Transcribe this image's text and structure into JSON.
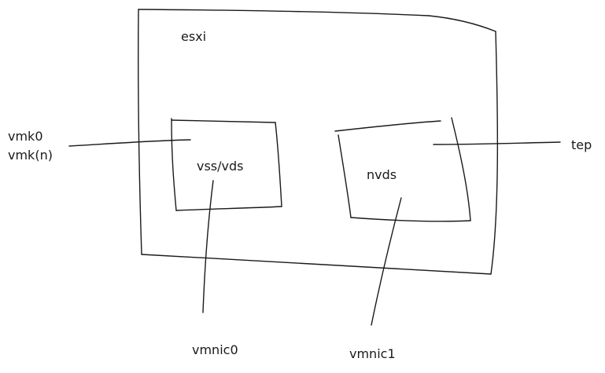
{
  "labels": {
    "host": "esxi",
    "left_switch": "vss/vds",
    "right_switch": "nvds",
    "vmk0": "vmk0",
    "vmkn": "vmk(n)",
    "tep": "tep",
    "vmnic0": "vmnic0",
    "vmnic1": "vmnic1"
  }
}
